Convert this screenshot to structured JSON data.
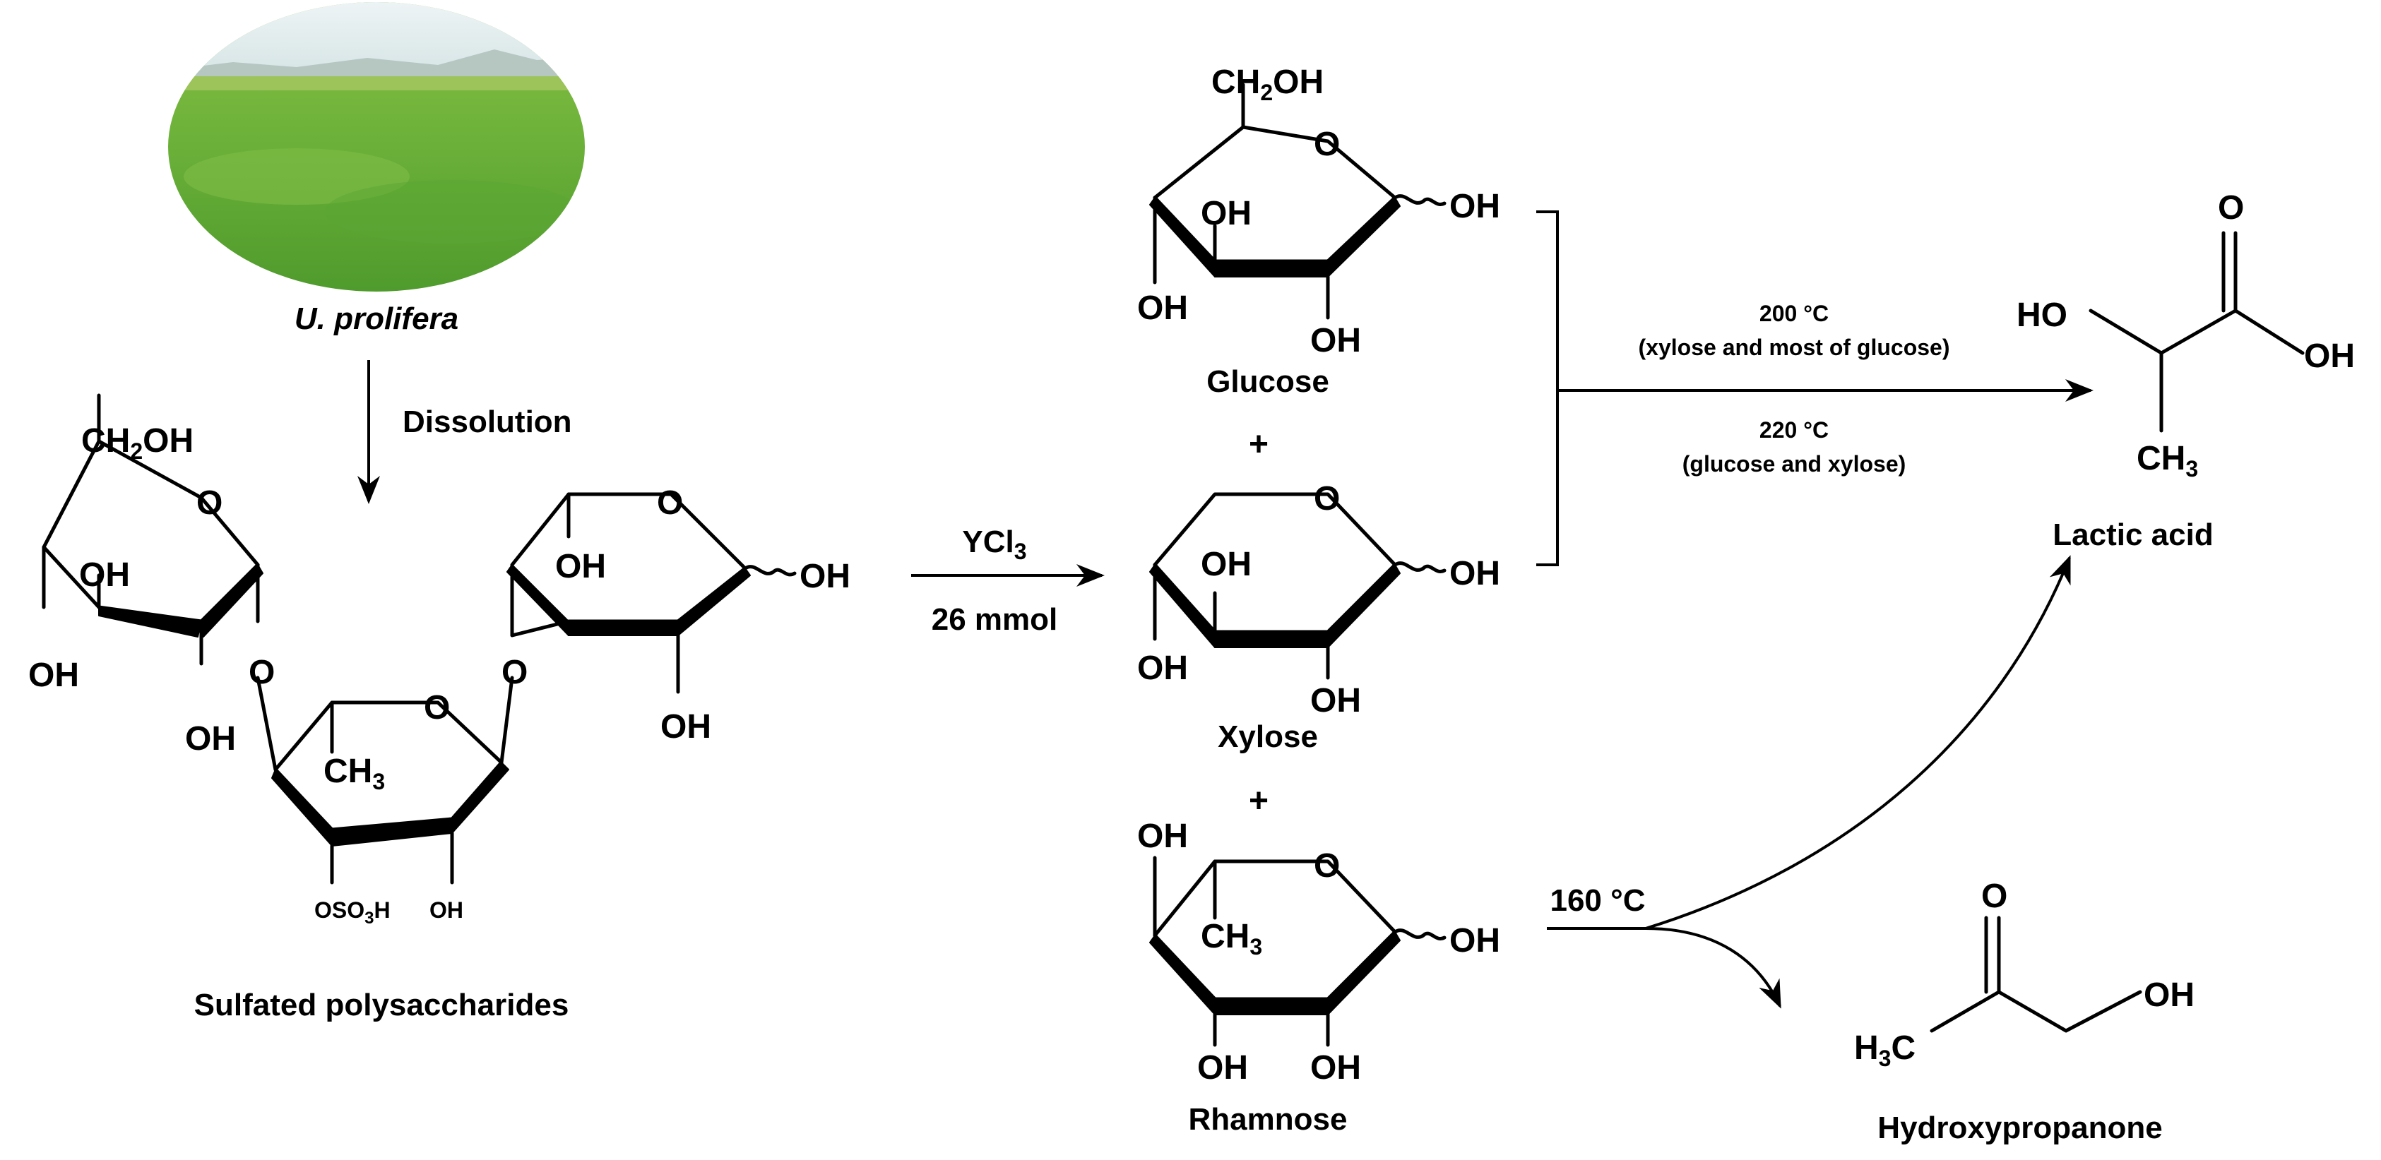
{
  "source": {
    "label": "U. prolifera",
    "step": "Dissolution"
  },
  "polysaccharide": {
    "name": "Sulfated polysaccharides",
    "groups": {
      "ch2oh": "CH₂OH",
      "oh": "OH",
      "o": "O",
      "ch3": "CH₃",
      "oso3h": "OSO₃H"
    }
  },
  "reaction": {
    "catalyst": "YCl₃",
    "amount": "26 mmol"
  },
  "monosaccharides": {
    "glucose": "Glucose",
    "xylose": "Xylose",
    "rhamnose": "Rhamnose",
    "plus": "+"
  },
  "conditions": {
    "c200_temp": "200 °C",
    "c200_note": "(xylose and most of glucose)",
    "c220_temp": "220 °C",
    "c220_note": "(glucose and xylose)",
    "c160_temp": "160 °C"
  },
  "products": {
    "lactic_acid": "Lactic acid",
    "hydroxypropanone": "Hydroxypropanone",
    "ho": "HO",
    "h3c": "H₃C"
  }
}
